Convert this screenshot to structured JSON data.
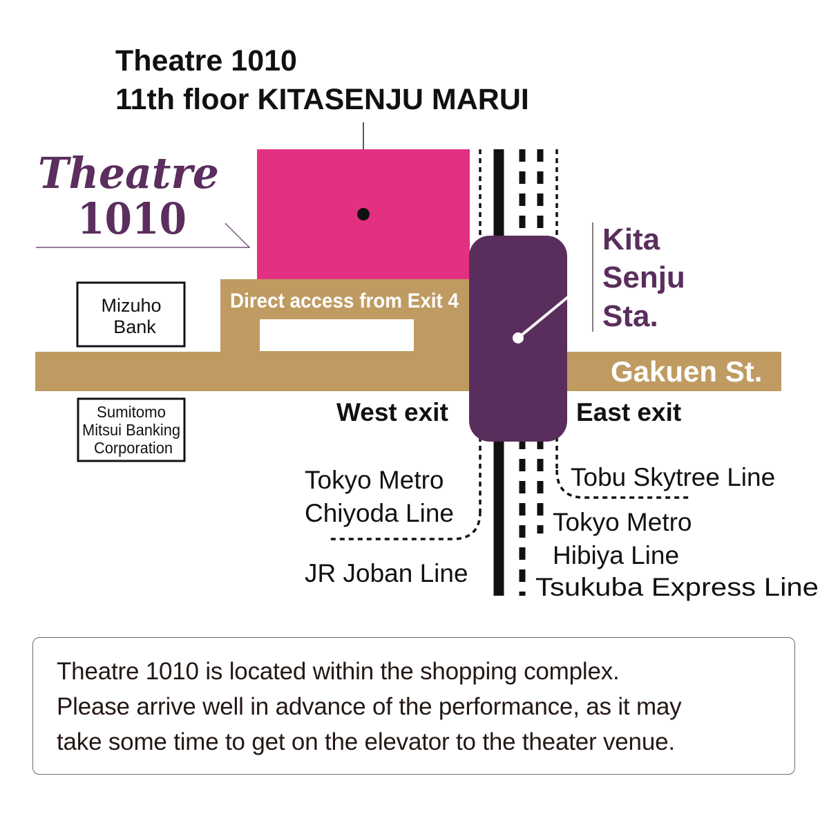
{
  "header": {
    "venue_line": "Theatre 1010",
    "floor_line": "11th floor KITASENJU MARUI"
  },
  "logo": {
    "word": "Theatre",
    "number": "1010"
  },
  "landmarks": {
    "mizuho_line1": "Mizuho",
    "mizuho_line2": "Bank",
    "smbc_line1": "Sumitomo",
    "smbc_line2": "Mitsui Banking",
    "smbc_line3": "Corporation"
  },
  "access_label": "Direct access from Exit 4",
  "station": {
    "line1": "Kita",
    "line2": "Senju",
    "line3": "Sta."
  },
  "street_label": "Gakuen St.",
  "exits": {
    "west": "West exit",
    "east": "East exit"
  },
  "rail_lines": {
    "chiyoda_line1": "Tokyo Metro",
    "chiyoda_line2": "Chiyoda Line",
    "jr_joban": "JR Joban Line",
    "tobu_skytree": "Tobu Skytree Line",
    "hibiya_line1": "Tokyo Metro",
    "hibiya_line2": "Hibiya Line",
    "tsukuba": "Tsukuba Express Line"
  },
  "note": {
    "line1": "Theatre 1010 is located within the shopping complex.",
    "line2": "Please arrive well in advance of the performance, as it may",
    "line3": "take some time to get on the elevator to the theater venue."
  },
  "colors": {
    "building_pink": "#e33182",
    "street_tan": "#bf9b62",
    "station_purple": "#5a2e5c",
    "logo_purple": "#5b2e5e",
    "text_dark": "#111111"
  }
}
